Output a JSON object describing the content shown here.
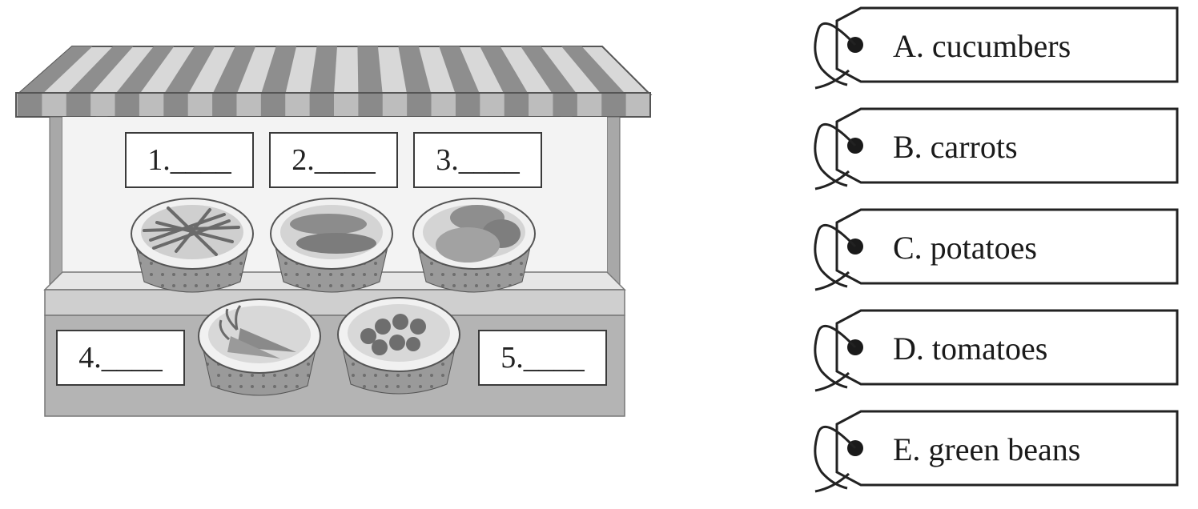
{
  "blanks": [
    {
      "label": "1.____"
    },
    {
      "label": "2.____"
    },
    {
      "label": "3.____"
    },
    {
      "label": "4.____"
    },
    {
      "label": "5.____"
    }
  ],
  "tags": [
    {
      "label": "A. cucumbers"
    },
    {
      "label": "B. carrots"
    },
    {
      "label": "C. potatoes"
    },
    {
      "label": "D. tomatoes"
    },
    {
      "label": "E. green beans"
    }
  ],
  "bowl_contents": [
    "green-beans",
    "cucumbers",
    "potatoes",
    "carrots",
    "tomatoes"
  ]
}
